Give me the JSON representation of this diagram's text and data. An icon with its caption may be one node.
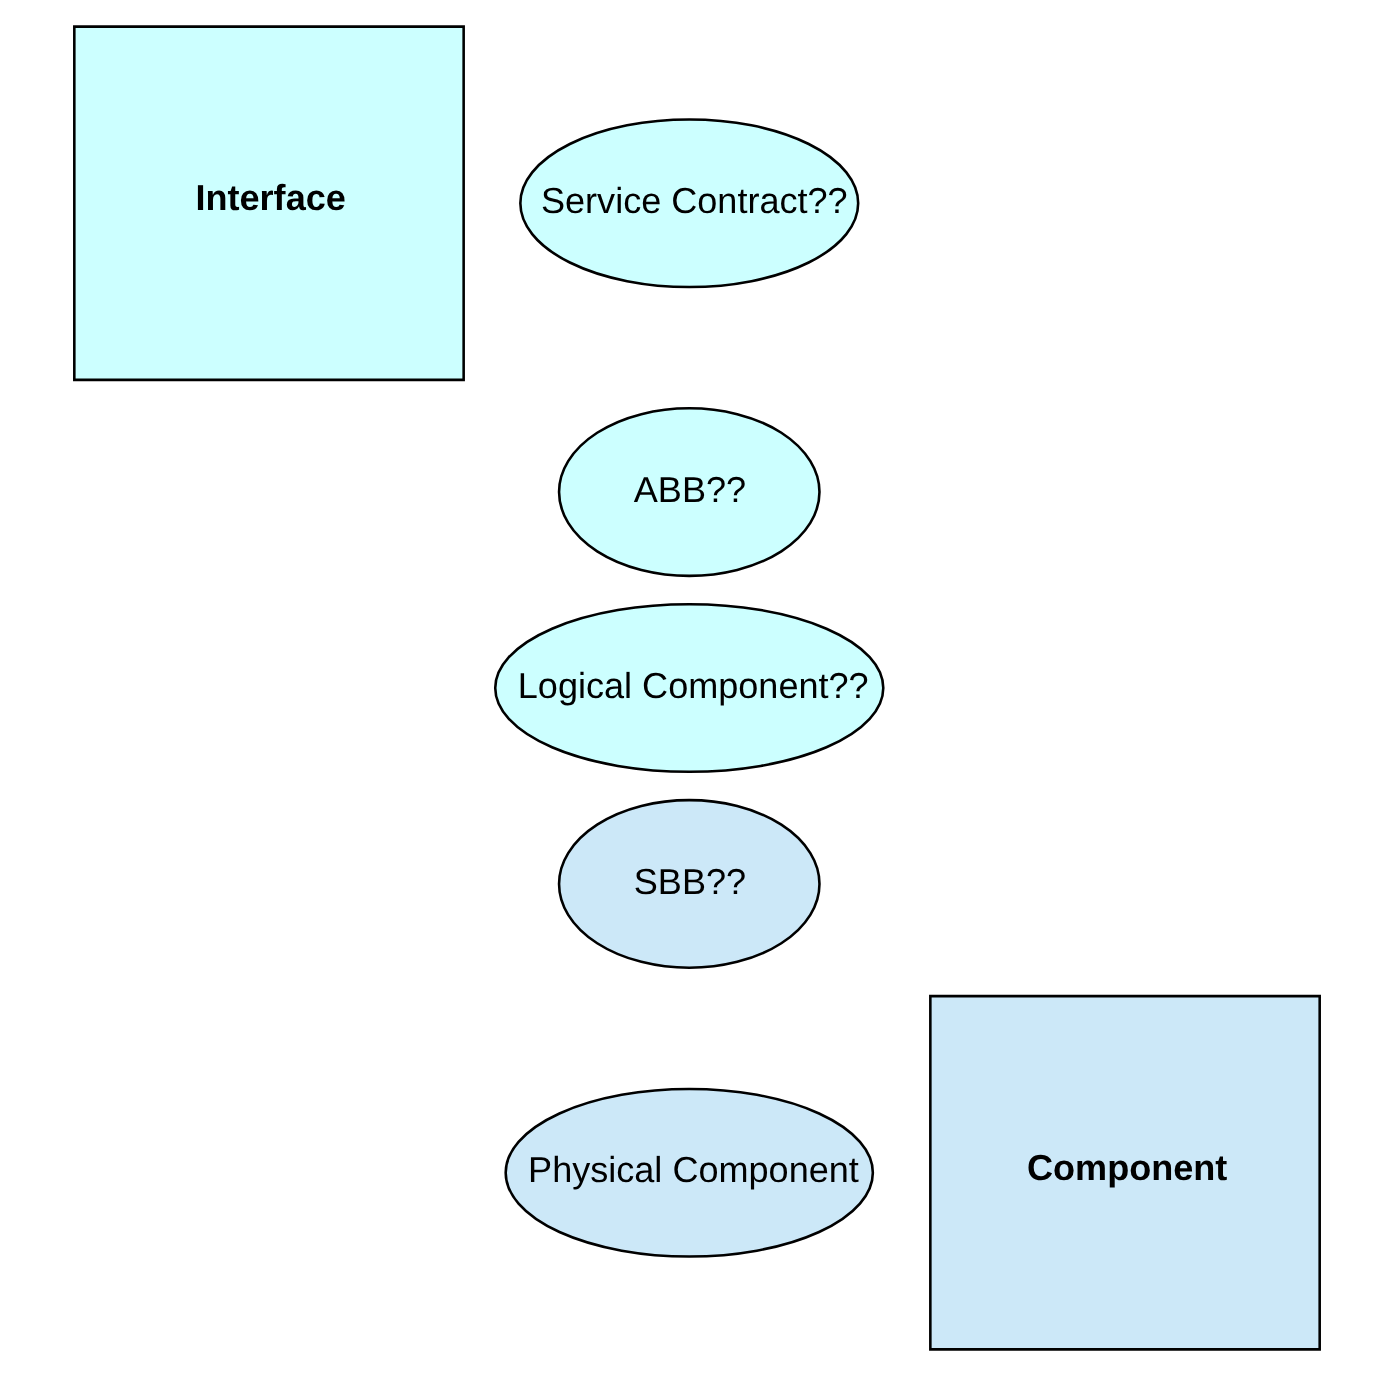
{
  "diagram": {
    "nodes": [
      {
        "text": [
          "Interface"
        ]
      },
      {
        "text": [
          "Service Contract??"
        ]
      },
      {
        "text": [
          "ABB??"
        ]
      },
      {
        "text": [
          "Logical Component??"
        ]
      },
      {
        "text": [
          "SBB??"
        ]
      },
      {
        "text": [
          "Component"
        ]
      },
      {
        "text": [
          "Physical Component"
        ]
      }
    ]
  }
}
